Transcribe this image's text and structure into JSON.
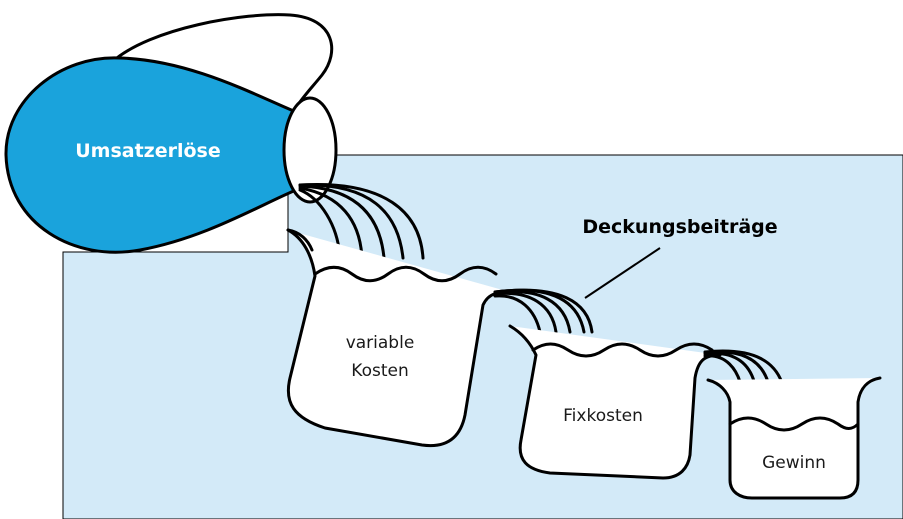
{
  "labels": {
    "jug": "Umsatzerlöse",
    "contribution": "Deckungsbeiträge",
    "vessel1_line1": "variable",
    "vessel1_line2": "Kosten",
    "vessel2": "Fixkosten",
    "vessel3": "Gewinn"
  },
  "colors": {
    "jug_fill": "#1aa3dc",
    "pool_fill": "#d3eaf8",
    "vessel_fill": "#ffffff",
    "outline": "#000000",
    "jug_text": "#ffffff"
  }
}
